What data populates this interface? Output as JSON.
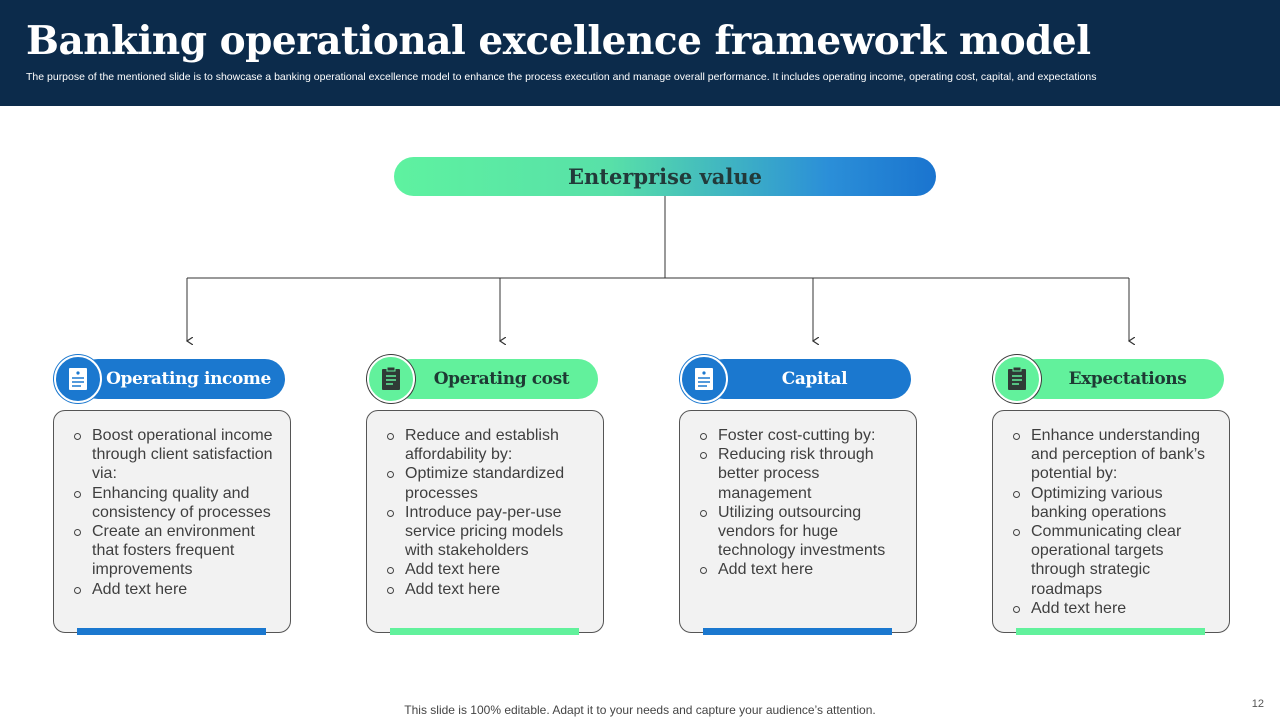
{
  "header": {
    "title": "Banking operational excellence framework model",
    "subtitle": "The purpose of the mentioned slide is to showcase a banking operational excellence model to enhance the process execution and manage overall performance. It includes operating income, operating cost, capital, and expectations"
  },
  "root": {
    "label": "Enterprise value"
  },
  "columns": [
    {
      "label": "Operating income",
      "icon": "document-list-icon",
      "color": "#1b78cf",
      "items": [
        "Boost operational income through client satisfaction via:",
        "Enhancing quality and consistency of processes",
        "Create an environment that fosters frequent improvements",
        "Add text here"
      ]
    },
    {
      "label": "Operating cost",
      "icon": "clipboard-list-icon",
      "color": "#62f19c",
      "items": [
        "Reduce and establish affordability by:",
        "Optimize standardized processes",
        "Introduce pay-per-use service pricing models with stakeholders",
        "Add text here",
        "Add text here"
      ]
    },
    {
      "label": "Capital",
      "icon": "document-list-icon",
      "color": "#1b78cf",
      "items": [
        "Foster cost-cutting by:",
        "Reducing risk through better process management",
        "Utilizing outsourcing vendors for huge technology investments",
        "Add text here"
      ]
    },
    {
      "label": "Expectations",
      "icon": "clipboard-list-icon",
      "color": "#62f19c",
      "items": [
        "Enhance understanding and perception of bank’s potential by:",
        "Optimizing various banking operations",
        "Communicating clear operational targets through strategic roadmaps",
        "Add text here"
      ]
    }
  ],
  "footer": {
    "note": "This slide is 100% editable. Adapt it to your needs and capture your audience’s attention.",
    "page_number": "12"
  }
}
